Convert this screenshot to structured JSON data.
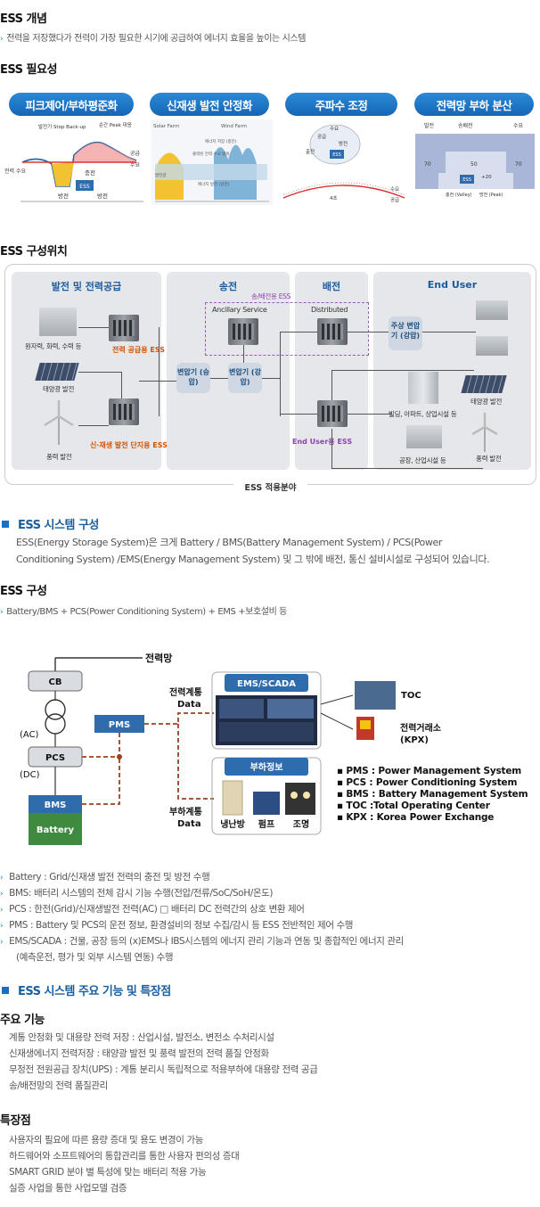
{
  "concept": {
    "title": "ESS 개념",
    "desc": "전력을 저장했다가 전력이 가장 필요한 시기에 공급하여 에너지 효율을 높이는 시스템"
  },
  "necessity": {
    "title": "ESS 필요성",
    "items": [
      {
        "label": "피크제어/부하평준화",
        "chart": {
          "a": "발전기 Stop Back-up",
          "b": "순간 Peak 대응",
          "c": "공급",
          "d": "수요",
          "e": "전력 수요",
          "f": "충전",
          "g": "방전",
          "h": "방전",
          "ess": "ESS"
        }
      },
      {
        "label": "신재생 발전 안정화",
        "chart": {
          "a": "Solar Farm",
          "b": "Wind Farm",
          "c": "에너지 저장 (충전)",
          "d": "출력된 전력 수요 범위",
          "e": "에너지 방전 (방전)",
          "f": "발전량"
        }
      },
      {
        "label": "주파수 조정",
        "chart": {
          "a": "수요",
          "b": "공급",
          "c": "출전",
          "d": "방전",
          "ess": "ESS",
          "e": "수요",
          "f": "공급",
          "g": "4초"
        }
      },
      {
        "label": "전력망 부하 분산",
        "chart": {
          "a": "발전",
          "b": "송배전",
          "c": "수요",
          "d": "70",
          "e": "50",
          "f": "70",
          "g": "+20",
          "ess": "ESS",
          "h": "충전 (Valley)",
          "i": "방전 (Peak)"
        }
      }
    ]
  },
  "location": {
    "title": "ESS 구성위치",
    "columns": [
      "발전 및 전력공급",
      "송전",
      "배전",
      "End User"
    ],
    "labels": {
      "plant": "원자력, 화력, 수력 등",
      "solar": "태양광 발전",
      "wind": "풍력 발전",
      "supply_ess": "전력 공급용 ESS",
      "renew_ess": "신·재생 발전 단지용 ESS",
      "trans_ess": "송/배전용 ESS",
      "ancillary": "Ancillary Service",
      "distributed": "Distributed",
      "step_up": "변압기 (승압)",
      "step_down": "변압기 (강압)",
      "main_xfmr": "주상 변압기 (강압)",
      "enduser_ess": "End User용 ESS",
      "bldg": "빌딩, 아파트, 상업시설 등",
      "factory": "공장, 산업시설 등",
      "eu_solar": "태양광 발전",
      "eu_wind": "풍력 발전"
    },
    "footer": "ESS 적용분야"
  },
  "system": {
    "title": "ESS 시스템 구성",
    "desc_line1": "ESS(Energy Storage System)은 크게 Battery / BMS(Battery Management System) / PCS(Power",
    "desc_line2": "Conditioning System) /EMS(Energy Management System) 및 그 밖에 배전, 통신 설비시설로 구성되어 있습니다.",
    "comp_title": "ESS 구성",
    "comp_desc": "Battery/BMS + PCS(Power Conditioning System) + EMS +보호설비 등"
  },
  "diagram": {
    "grid": "전력망",
    "cb": "CB",
    "ac": "(AC)",
    "pcs": "PCS",
    "dc": "(DC)",
    "bms": "BMS",
    "battery": "Battery",
    "pms": "PMS",
    "power_data": "전력계통 Data",
    "ems": "EMS/SCADA",
    "toc": "TOC",
    "kpx": "전력거래소 (KPX)",
    "load_info": "부하정보",
    "load_data": "부하계통 Data",
    "hvac": "냉난방",
    "pump": "펌프",
    "light": "조명",
    "legend": [
      "PMS : Power Management System",
      "PCS : Power Conditioning System",
      "BMS : Battery  Management System",
      "TOC :Total  Operating Center",
      "KPX : Korea Power Exchange"
    ]
  },
  "desc_bullets": [
    "Battery : Grid/신재생 발전 전력의 충전 및 방전 수행",
    "BMS: 배터리 시스템의 전체 감시 기능 수행(전압/전류/SoC/SoH/온도)",
    "PCS : 한전(Grid)/신재생발전 전력(AC) □ 배터리 DC 전력간의 상호 변환 제어",
    "PMS : Battery 및 PCS의 운전 정보, 환경설비의 정보 수집/감시 등 ESS 전반적인 제어 수행",
    "EMS/SCADA : 건물, 공장 등의 (x)EMS나 IBS시스템의 에너지 관리 기능과  연동 및 종합적인 에너지 관리",
    "(예측운전, 평가 및 외부 시스템 연동) 수행"
  ],
  "features": {
    "title": "ESS 시스템 주요 기능 및 특장점",
    "main_title": "주요 기능",
    "main": [
      "계통 안정화 및 대용량 전력 저장 : 산업시설, 발전소, 변전소 수처리시설",
      "신재생에너지 전력저장 : 태양광 발전 및 풍력 발전의 전력 품질 안정화",
      "무정전 전원공급 장치(UPS) : 계통 분리시 독립적으로 적용부하에 대용량 전력 공급",
      "송/배전망의 전력 품질관리"
    ],
    "strength_title": "특장점",
    "strengths": [
      "사용자의 필요에 따른 용량 증대 및 용도 변경이 가능",
      "하드웨어와 소프트웨어의 통합관리를 통한 사용자 편의성 증대",
      "SMART GRID 분야 별 특성에 맞는 배터리 적용 가능",
      "실증 사업을 통한 사업모델 검증"
    ]
  },
  "colors": {
    "accent": "#1a6fc0",
    "pill": "#1e73c4",
    "battery": "#3f8a3f",
    "bms": "#2f6cae",
    "dashed": "#9b59b6",
    "link": "#a04020"
  }
}
